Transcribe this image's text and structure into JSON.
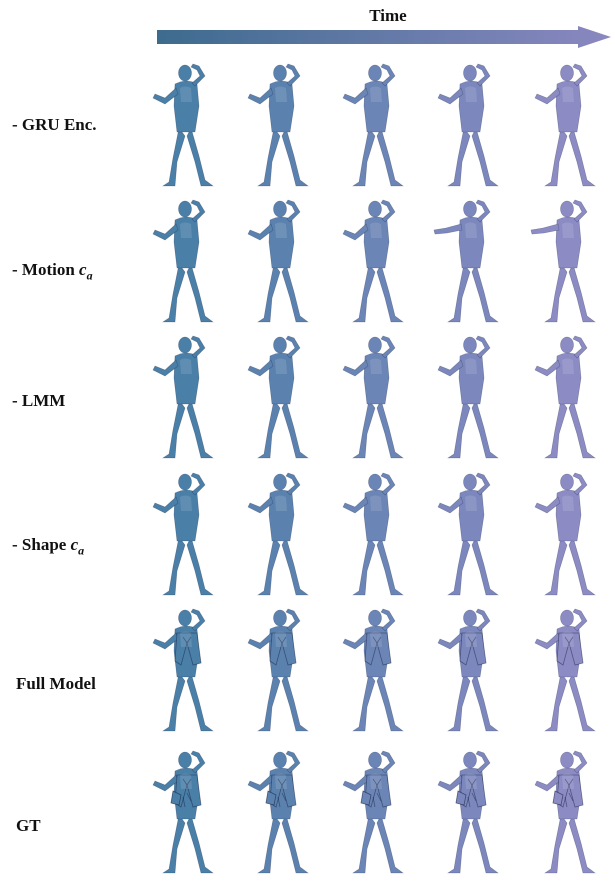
{
  "time_label": "Time",
  "rows": [
    {
      "label_prefix": "- GRU Enc.",
      "label_var": "",
      "label_sub": "",
      "variant": "smooth"
    },
    {
      "label_prefix": "- Motion ",
      "label_var": "c",
      "label_sub": "a",
      "variant": "smooth-armout"
    },
    {
      "label_prefix": "- LMM",
      "label_var": "",
      "label_sub": "",
      "variant": "smooth"
    },
    {
      "label_prefix": "- Shape ",
      "label_var": "c",
      "label_sub": "a",
      "variant": "smooth"
    },
    {
      "label_prefix": "Full Model",
      "label_var": "",
      "label_sub": "",
      "variant": "jacket"
    },
    {
      "label_prefix": "GT",
      "label_var": "",
      "label_sub": "",
      "variant": "jacket-detailed"
    }
  ],
  "frames_per_row": 5,
  "colors": {
    "arrow_start": "#3d6b8e",
    "arrow_end": "#8a88c0",
    "mesh_start": "#4a7fa8",
    "mesh_end": "#8c8bc4"
  }
}
